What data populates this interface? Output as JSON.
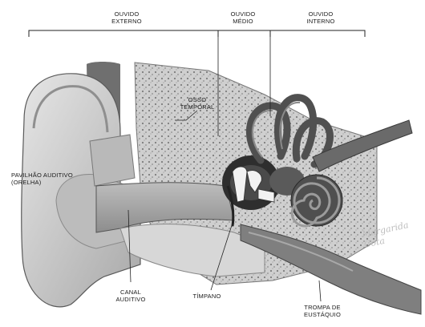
{
  "sections": {
    "externo": [
      "OUVIDO",
      "EXTERNO"
    ],
    "medio": [
      "OUVIDO",
      "MÉDIO"
    ],
    "interno": [
      "OUVIDO",
      "INTERNO"
    ]
  },
  "labels": {
    "osso": [
      "OSSO",
      "TEMPORAL"
    ],
    "pavilhao": [
      "PAVILHÃO AUDITIVO",
      "(ORELHA)"
    ],
    "canal": [
      "CANAL",
      "AUDITIVO"
    ],
    "timpano": "TÍMPANO",
    "trompa": [
      "TROMPA DE",
      "EUSTÁQUIO"
    ]
  },
  "signature": "Margarida Cota",
  "colors": {
    "skin": "#d2d2d2",
    "skin_dark": "#8a8a8a",
    "bone": "#c8c8c8",
    "canal": "#a9a9a9",
    "cochlea": "#4f4f4f",
    "tube": "#7a7a7a"
  }
}
